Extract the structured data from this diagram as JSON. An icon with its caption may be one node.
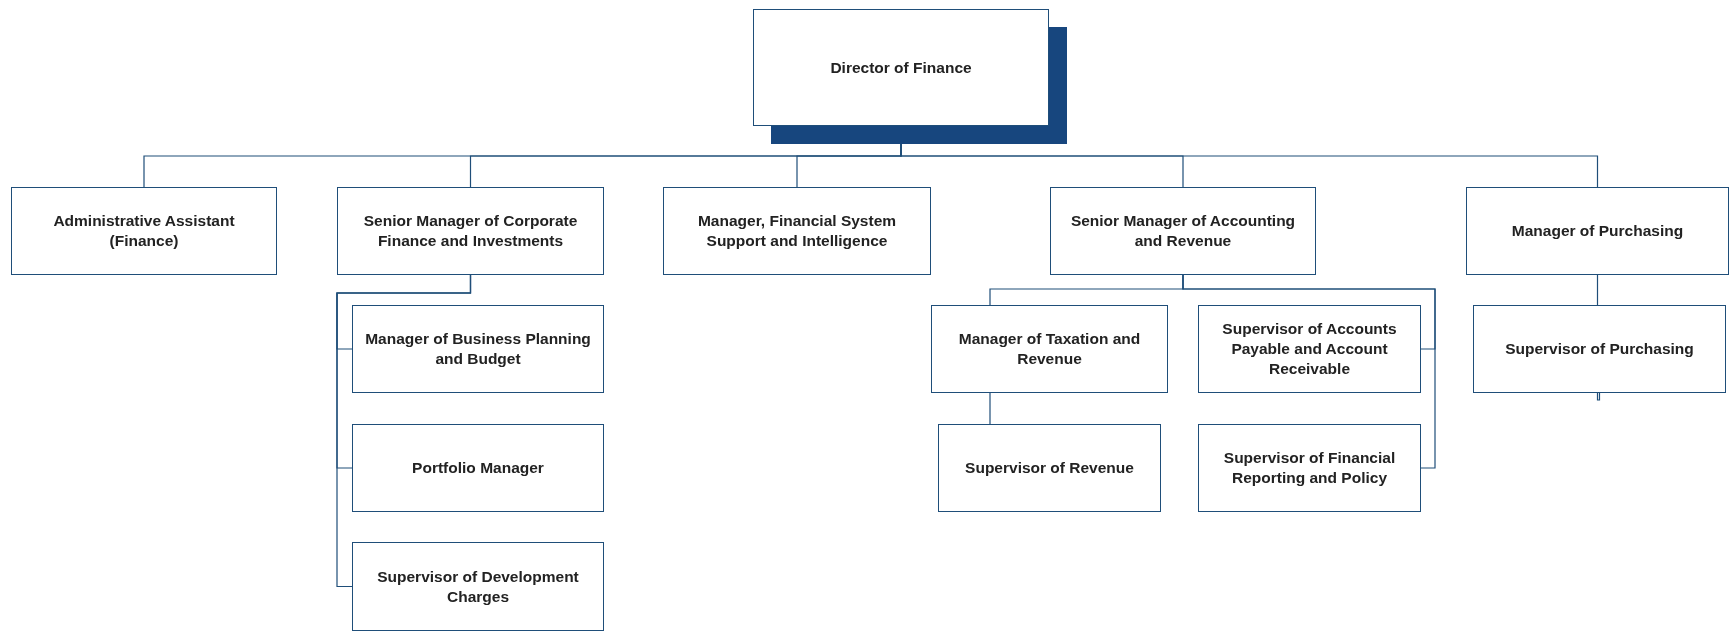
{
  "diagram": {
    "nodes": [
      {
        "text": [
          "Director of Finance"
        ]
      },
      {
        "text": [
          "Administrative Assistant (Finance)"
        ]
      },
      {
        "text": [
          "Senior Manager of Corporate Finance and Investments"
        ]
      },
      {
        "text": [
          "Manager, Financial System Support and Intelligence"
        ]
      },
      {
        "text": [
          "Senior Manager of Accounting and Revenue"
        ]
      },
      {
        "text": [
          "Manager of Purchasing"
        ]
      },
      {
        "text": [
          "Manager of Business Planning and Budget"
        ]
      },
      {
        "text": [
          "Portfolio Manager"
        ]
      },
      {
        "text": [
          "Supervisor of Development Charges"
        ]
      },
      {
        "text": [
          "Manager of Taxation and Revenue"
        ]
      },
      {
        "text": [
          "Supervisor of Accounts Payable and Account Receivable"
        ]
      },
      {
        "text": [
          "Supervisor of Revenue"
        ]
      },
      {
        "text": [
          "Supervisor of Financial Reporting and Policy"
        ]
      },
      {
        "text": [
          "Supervisor of Purchasing"
        ]
      }
    ],
    "edges": [
      {
        "from": 0,
        "to": 1,
        "arrow": "none"
      },
      {
        "from": 0,
        "to": 2,
        "arrow": "none"
      },
      {
        "from": 0,
        "to": 3,
        "arrow": "none"
      },
      {
        "from": 0,
        "to": 4,
        "arrow": "none"
      },
      {
        "from": 0,
        "to": 5,
        "arrow": "none"
      },
      {
        "from": 2,
        "to": 6,
        "arrow": "none"
      },
      {
        "from": 2,
        "to": 7,
        "arrow": "none"
      },
      {
        "from": 2,
        "to": 8,
        "arrow": "none"
      },
      {
        "from": 4,
        "to": 9,
        "arrow": "none"
      },
      {
        "from": 4,
        "to": 10,
        "arrow": "none"
      },
      {
        "from": 4,
        "to": 12,
        "arrow": "none"
      },
      {
        "from": 9,
        "to": 11,
        "arrow": "none"
      },
      {
        "from": 5,
        "to": 13,
        "arrow": "none"
      }
    ]
  }
}
